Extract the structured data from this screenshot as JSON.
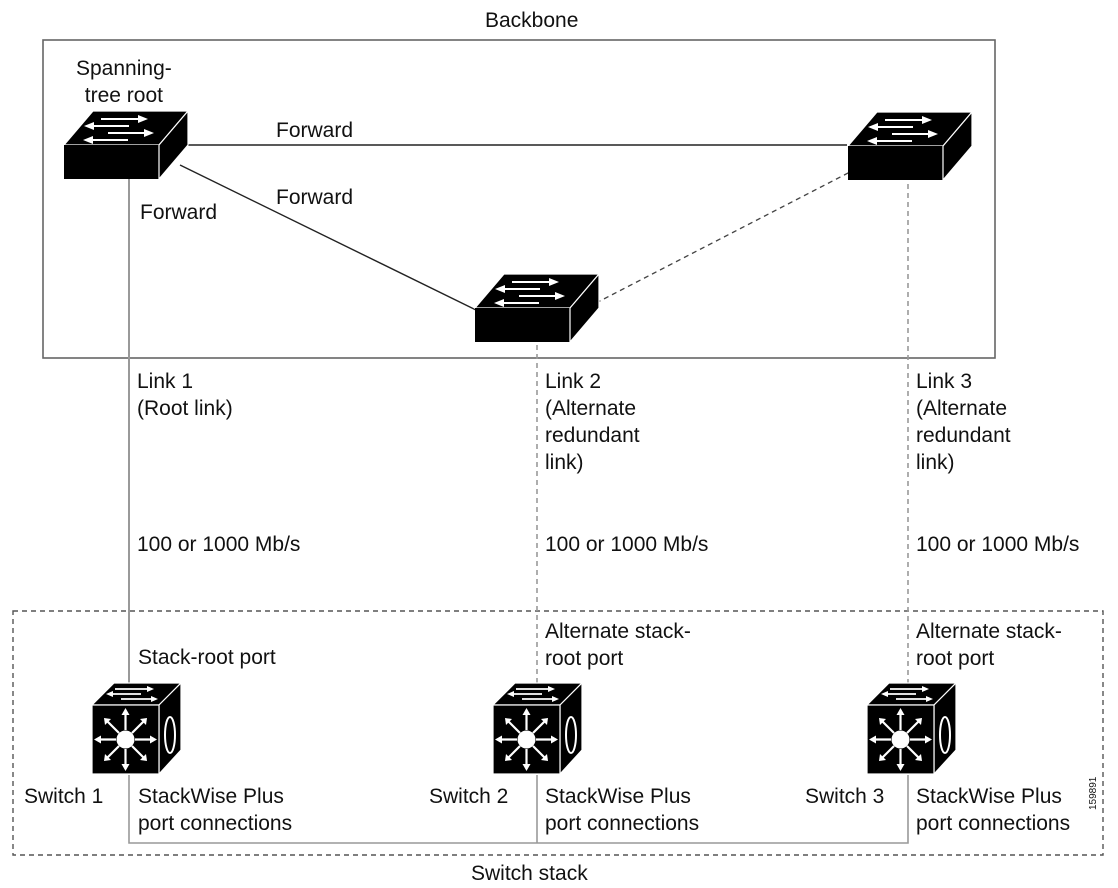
{
  "backbone_title": "Backbone",
  "stack_title": "Switch stack",
  "root_label": "Spanning-\ntree root",
  "forward_label": "Forward",
  "links": [
    {
      "label": "Link 1\n(Root link)",
      "speed": "100 or 1000 Mb/s",
      "port": "Stack-root port",
      "switch": "Switch 1",
      "connections": "StackWise Plus\nport connections"
    },
    {
      "label": "Link 2\n(Alternate\nredundant\nlink)",
      "speed": "100 or 1000 Mb/s",
      "port": "Alternate stack-\nroot port",
      "switch": "Switch 2",
      "connections": "StackWise Plus\nport connections"
    },
    {
      "label": "Link 3\n(Alternate\nredundant\nlink)",
      "speed": "100 or 1000 Mb/s",
      "port": "Alternate stack-\nroot port",
      "switch": "Switch 3",
      "connections": "StackWise Plus\nport connections"
    }
  ],
  "figure_id": "159891"
}
